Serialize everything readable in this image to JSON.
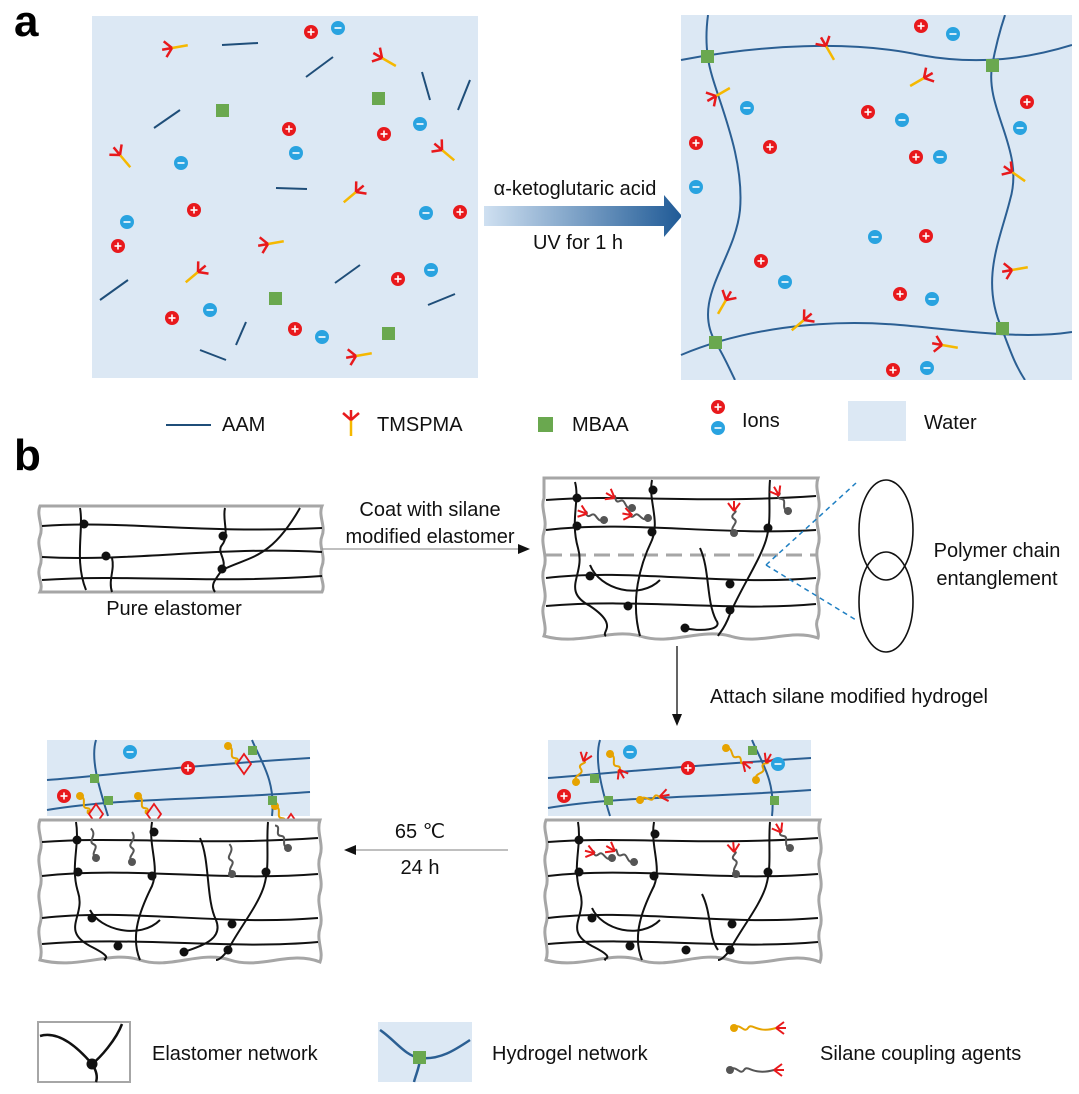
{
  "panel_a": {
    "letter": "a",
    "arrow_label_top": "α-ketoglutaric acid",
    "arrow_label_bottom": "UV  for 1 h",
    "legend": {
      "aam": "AAM",
      "tmspma": "TMSPMA",
      "mbaa": "MBAA",
      "ions": "Ions",
      "water": "Water"
    }
  },
  "panel_b": {
    "letter": "b",
    "coat_label_line1": "Coat with silane",
    "coat_label_line2": "modified elastomer",
    "pure_elastomer": "Pure elastomer",
    "entanglement_line1": "Polymer chain",
    "entanglement_line2": "entanglement",
    "attach_label": "Attach silane modified hydrogel",
    "heat_label_top": "65 ℃",
    "heat_label_bottom": "24 h",
    "legend": {
      "elastomer": "Elastomer network",
      "hydrogel": "Hydrogel network",
      "silane": "Silane coupling agents"
    }
  },
  "colors": {
    "water": "#dce8f4",
    "aam": "#1f4e79",
    "tmspma_head": "#e8191c",
    "tmspma_tail": "#f5b800",
    "mbaa": "#6aa84f",
    "cation": "#e8191c",
    "anion": "#29a3e0",
    "elastomer": "#111111",
    "border": "#a6a6a6"
  }
}
